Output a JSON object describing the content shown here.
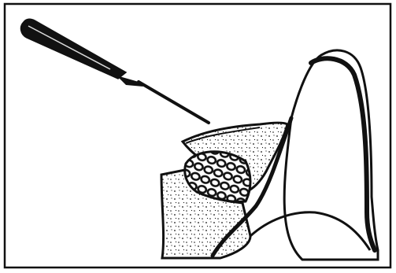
{
  "figure": {
    "kind": "line illustration",
    "colors": {
      "ink": "#111111",
      "paper": "#ffffff"
    },
    "parts": [
      {
        "name": "frame"
      },
      {
        "name": "probe-instrument"
      },
      {
        "name": "tooth-crown"
      },
      {
        "name": "root-surface"
      },
      {
        "name": "upper-gum-flap"
      },
      {
        "name": "lower-gum-tissue"
      },
      {
        "name": "mesh-graft"
      }
    ]
  }
}
